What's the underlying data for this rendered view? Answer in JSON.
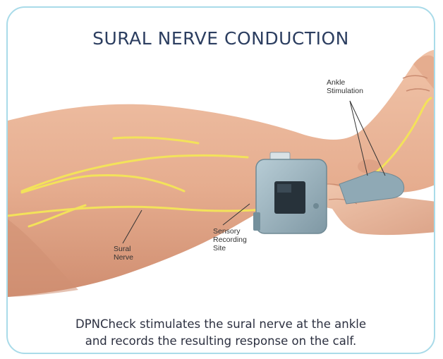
{
  "title": "SURAL NERVE CONDUCTION",
  "labels": {
    "ankle": [
      "Ankle",
      "Stimulation"
    ],
    "sensory": [
      "Sensory",
      "Recording",
      "Site"
    ],
    "sural": [
      "Sural",
      "Nerve"
    ]
  },
  "caption": [
    "DPNCheck stimulates the sural nerve at the ankle",
    "and records the resulting response on the calf."
  ],
  "colors": {
    "skin": "#e9b598",
    "skin_shadow": "#d8977a",
    "nerve": "#f3e25a",
    "device": "#8fa9b5",
    "screen": "#27323a",
    "border": "#a9dbe9"
  },
  "icons": [
    "leg-illustration",
    "dpncheck-device-icon"
  ]
}
